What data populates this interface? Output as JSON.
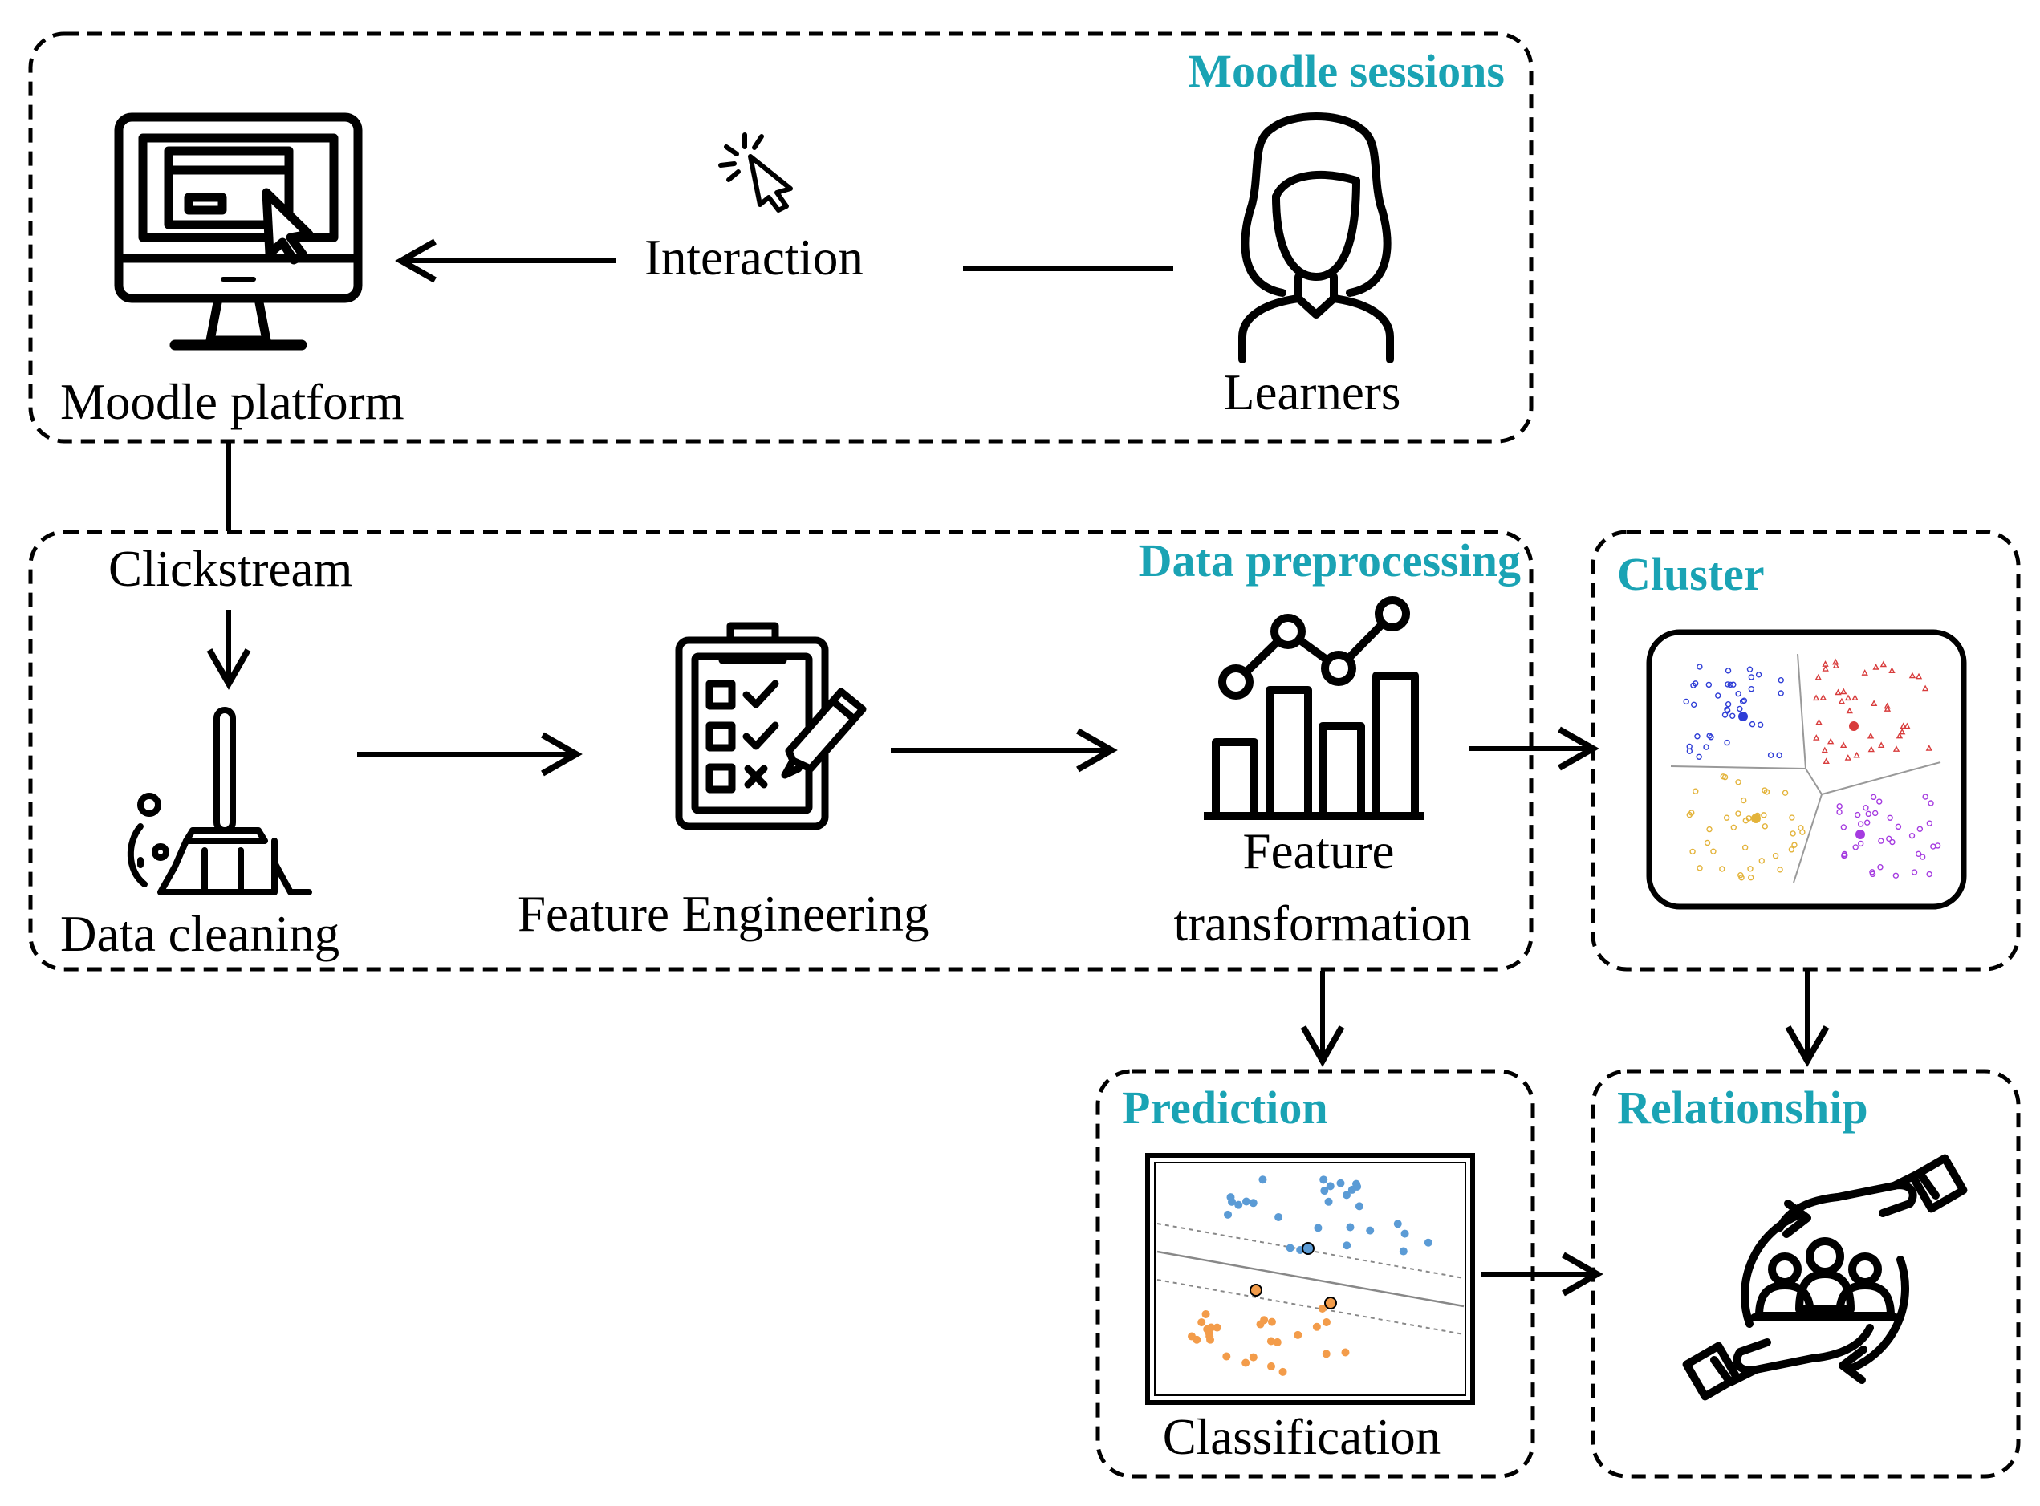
{
  "colors": {
    "title": "#1aa3b4",
    "stroke": "#000000",
    "cluster_blue": "#2e3dd6",
    "cluster_red": "#d83c3c",
    "cluster_yellow": "#e3b33a",
    "cluster_purple": "#a53be0",
    "class_blue": "#5b9bd5",
    "class_orange": "#f39c4a"
  },
  "sections": {
    "moodle_sessions": {
      "title": "Moodle sessions"
    },
    "data_preprocessing": {
      "title": "Data preprocessing"
    },
    "cluster": {
      "title": "Cluster"
    },
    "prediction": {
      "title": "Prediction"
    },
    "relationship": {
      "title": "Relationship"
    }
  },
  "nodes": {
    "moodle_platform": {
      "label": "Moodle platform",
      "icon": "monitor-icon"
    },
    "interaction": {
      "label": "Interaction",
      "icon": "cursor-click-icon"
    },
    "learners": {
      "label": "Learners",
      "icon": "learner-icon"
    },
    "clickstream": {
      "label": "Clickstream"
    },
    "data_cleaning": {
      "label": "Data cleaning",
      "icon": "broom-icon"
    },
    "feature_engineering": {
      "label": "Feature Engineering",
      "icon": "checklist-icon"
    },
    "feature_transformation": {
      "line1": "Feature",
      "line2": "transformation",
      "icon": "bar-chart-icon"
    },
    "classification": {
      "label": "Classification",
      "icon": "svm-plot-icon"
    },
    "relationship": {
      "icon": "handshake-group-icon"
    }
  }
}
